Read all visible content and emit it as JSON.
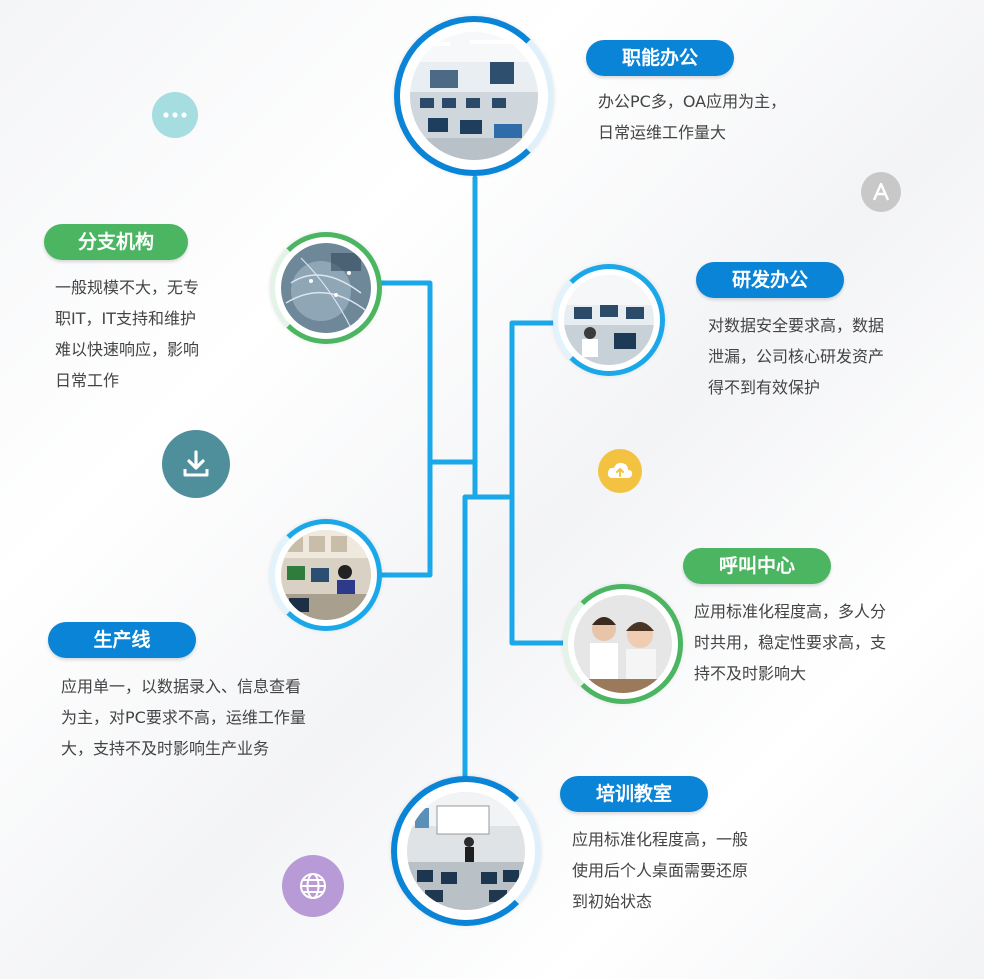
{
  "nodes": [
    {
      "id": "zhineng",
      "title": "职能办公",
      "lines": [
        "办公PC多，OA应用为主，",
        "日常运维工作量大"
      ],
      "pill_color": "#0a84d6"
    },
    {
      "id": "fenzhi",
      "title": "分支机构",
      "lines": [
        "一般规模不大，无专",
        "职IT，IT支持和维护",
        "难以快速响应，影响",
        "日常工作"
      ],
      "pill_color": "#4cb562"
    },
    {
      "id": "yanfa",
      "title": "研发办公",
      "lines": [
        "对数据安全要求高，数据",
        "泄漏，公司核心研发资产",
        "得不到有效保护"
      ],
      "pill_color": "#0a84d6"
    },
    {
      "id": "hujiao",
      "title": "呼叫中心",
      "lines": [
        "应用标准化程度高，多人分",
        "时共用，稳定性要求高，支",
        "持不及时影响大"
      ],
      "pill_color": "#4cb562"
    },
    {
      "id": "shengchan",
      "title": "生产线",
      "lines": [
        "应用单一，以数据录入、信息查看",
        "为主，对PC要求不高，运维工作量",
        "大，支持不及时影响生产业务"
      ],
      "pill_color": "#0a84d6"
    },
    {
      "id": "peixun",
      "title": "培训教室",
      "lines": [
        "应用标准化程度高，一般",
        "使用后个人桌面需要还原",
        "到初始状态"
      ],
      "pill_color": "#0a84d6"
    }
  ],
  "colors": {
    "blue": "#0a84d6",
    "green": "#4cb562",
    "connector": "#1ba8e8",
    "text": "#444444"
  },
  "decorative_icons": [
    {
      "name": "ellipsis-icon",
      "glyph": "···",
      "color": "#a6dde0"
    },
    {
      "name": "letter-a-icon",
      "glyph": "A",
      "color": "#c8c8c8"
    },
    {
      "name": "download-icon",
      "glyph": "",
      "color": "#4f8f9c"
    },
    {
      "name": "cloud-upload-icon",
      "glyph": "",
      "color": "#f3c241"
    },
    {
      "name": "globe-icon",
      "glyph": "",
      "color": "#b79ad6"
    }
  ]
}
